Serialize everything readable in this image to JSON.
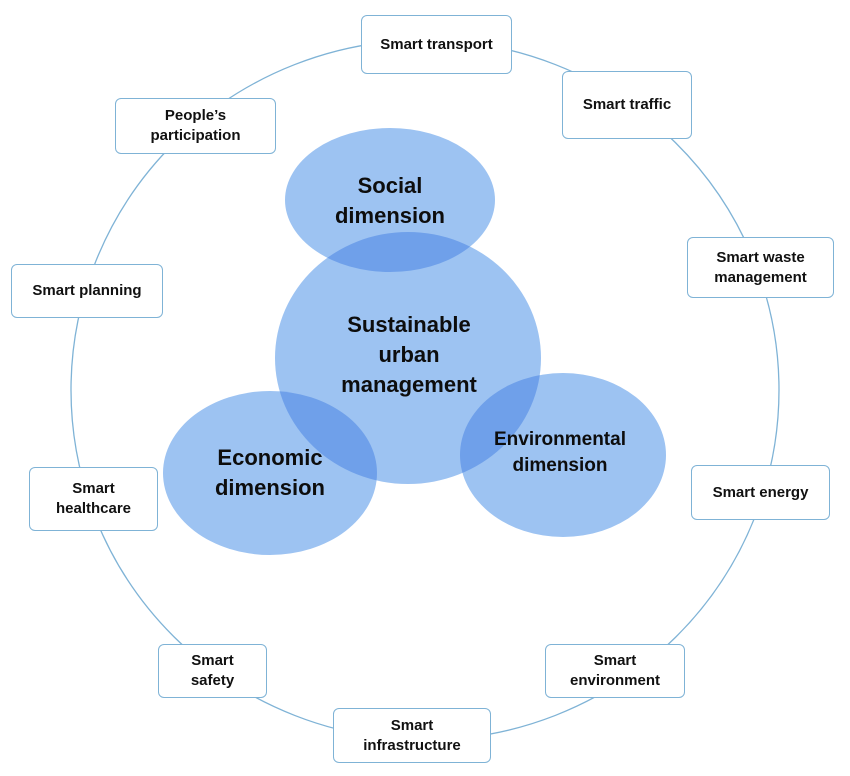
{
  "colors": {
    "ring": "#7fb3d6",
    "circle_fill": "#9dc3f2",
    "circle_overlap": "#6fa0ea",
    "box_border": "#7fb3d6",
    "text": "#111111"
  },
  "center": {
    "label": "Sustainable urban management",
    "lines": [
      "Sustainable",
      "urban",
      "management"
    ]
  },
  "dimensions": {
    "social": {
      "lines": [
        "Social",
        "dimension"
      ]
    },
    "economic": {
      "lines": [
        "Economic",
        "dimension"
      ]
    },
    "environmental": {
      "lines": [
        "Environmental",
        "dimension"
      ]
    }
  },
  "nodes": {
    "transport": {
      "lines": [
        "Smart transport"
      ]
    },
    "traffic": {
      "lines": [
        "Smart traffic"
      ]
    },
    "waste": {
      "lines": [
        "Smart waste",
        "management"
      ]
    },
    "energy": {
      "lines": [
        "Smart energy"
      ]
    },
    "environment": {
      "lines": [
        "Smart",
        "environment"
      ]
    },
    "infrastructure": {
      "lines": [
        "Smart",
        "infrastructure"
      ]
    },
    "safety": {
      "lines": [
        "Smart",
        "safety"
      ]
    },
    "healthcare": {
      "lines": [
        "Smart",
        "healthcare"
      ]
    },
    "planning": {
      "lines": [
        "Smart planning"
      ]
    },
    "participation": {
      "lines": [
        "People’s",
        "participation"
      ]
    }
  }
}
